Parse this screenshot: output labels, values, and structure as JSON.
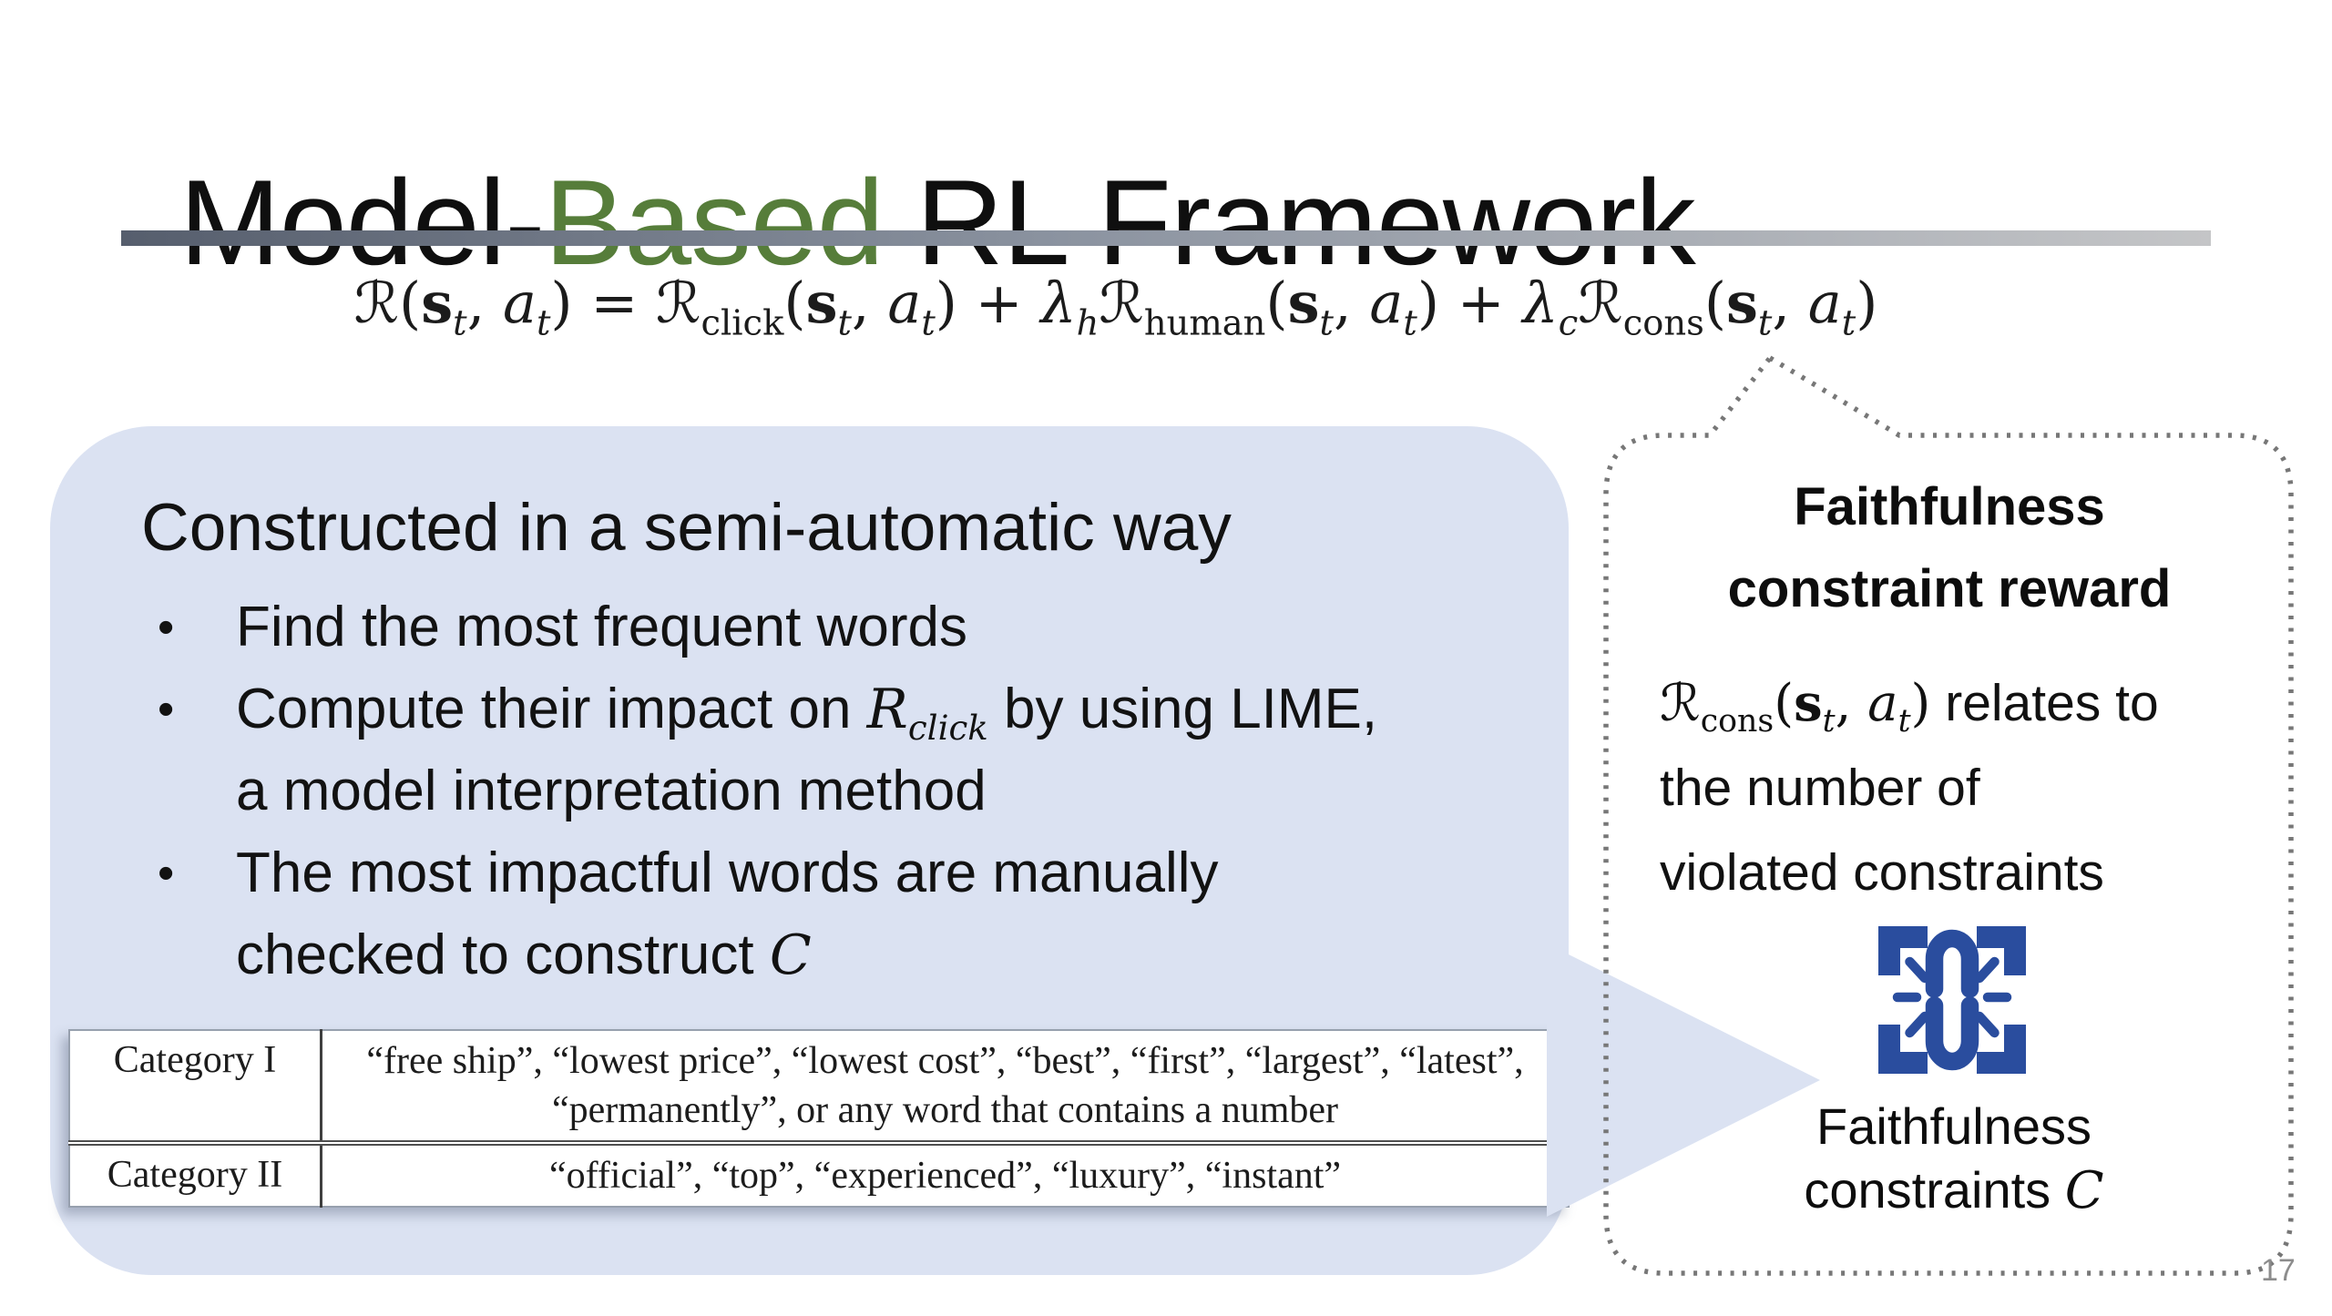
{
  "colors": {
    "accent": "#567d3a",
    "icon_blue": "#2a4d9e",
    "box_fill": "#dbe2f2",
    "dot_gray": "#777777",
    "rule_left": "#565e6d",
    "rule_right": "#c4c5c7",
    "page_gray": "#8c8c8c"
  },
  "title": {
    "prefix": "Model-",
    "accent": "Based",
    "suffix": " RL Framework"
  },
  "formula": {
    "html": "ℛ(<b>s</b><sub><i>t</i></sub>, <i>a<sub>t</sub></i>) = ℛ<sub>click</sub>(<b>s</b><sub><i>t</i></sub>, <i>a<sub>t</sub></i>) + <i>λ<sub>h</sub></i>ℛ<sub>human</sub>(<b>s</b><sub><i>t</i></sub>, <i>a<sub>t</sub></i>) + <i>λ<sub>c</sub></i>ℛ<sub>cons</sub>(<b>s</b><sub><i>t</i></sub>, <i>a<sub>t</sub></i>)"
  },
  "blue_box": {
    "heading": "Constructed in a semi-automatic way",
    "bullet_char": "•",
    "bullets": [
      {
        "html": "Find the most frequent words"
      },
      {
        "html": "Compute their impact on <span class='mth'><i>R<sub>click</sub></i></span> by using LIME,<br>a model interpretation method"
      },
      {
        "html": "The most impactful words are manually<br>checked to construct <span class='mth'><i>C</i></span>"
      }
    ],
    "table": {
      "rows": [
        {
          "category": "Category I",
          "words_html": "“free ship”, “lowest price”, “lowest cost”, “best”, “first”, “largest”, “latest”,<br>“permanently”, or any word that contains a number"
        },
        {
          "category": "Category II",
          "words_html": "“official”, “top”, “experienced”, “luxury”, “instant”"
        }
      ]
    }
  },
  "bubble": {
    "heading_lines": [
      "Faithfulness",
      "constraint reward"
    ],
    "body_lines": [
      {
        "html": "<span class='mth'>ℛ<sub>cons</sub>(<b>s</b><sub><i>t</i></sub>, <i>a<sub>t</sub></i>)</span> relates to"
      },
      {
        "html": "the number of"
      },
      {
        "html": "violated constraints"
      }
    ],
    "icon_name": "broken-chain-icon",
    "caption_lines": [
      {
        "html": "Faithfulness"
      },
      {
        "html": "constraints <span class='mth'><i>C</i></span>"
      }
    ]
  },
  "page_number": "17"
}
